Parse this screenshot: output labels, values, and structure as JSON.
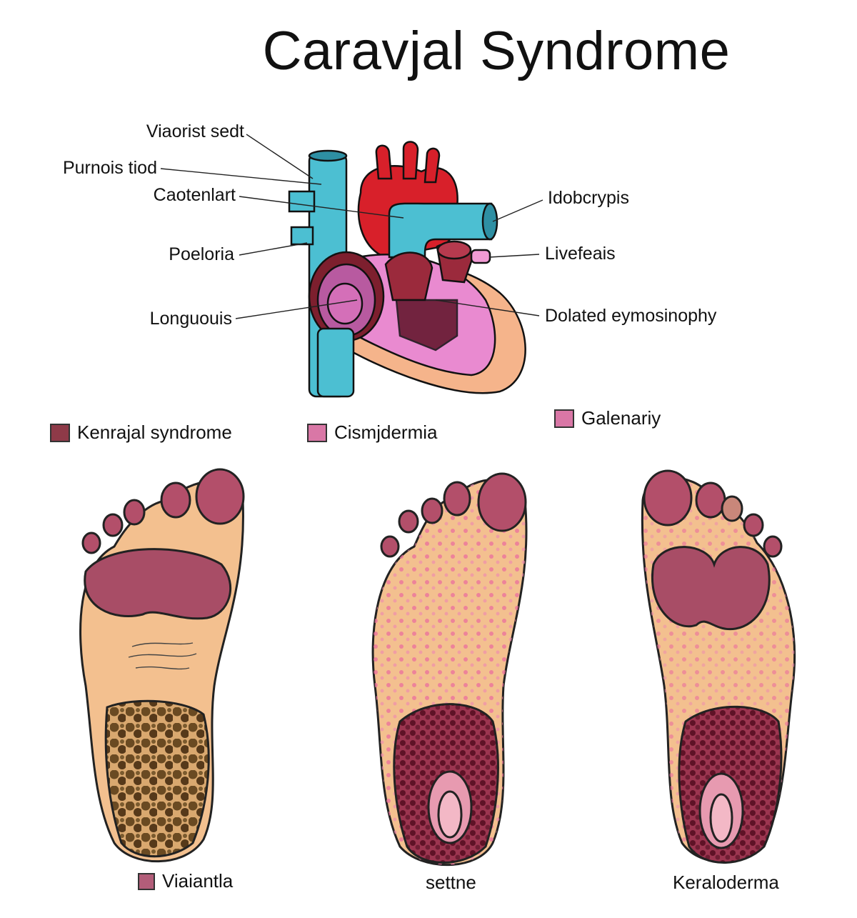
{
  "title": "Caravjal Syndrome",
  "heart_labels_left": [
    "Viaorist sedt",
    "Purnois tiod",
    "Caotenlart",
    "Poeloria",
    "Longuouis"
  ],
  "heart_labels_right": [
    "Idobcrypis",
    "Livefeais",
    "Dolated eymosinophy"
  ],
  "legend": [
    {
      "label": "Kenrajal syndrome",
      "color": "#8e3a48"
    },
    {
      "label": "Cismjdermia",
      "color": "#d977a6"
    },
    {
      "label": "Galenariy",
      "color": "#d977a6"
    }
  ],
  "feet": [
    {
      "label": "Viaiantla",
      "swatch_color": "#b25d79"
    },
    {
      "label": "settne"
    },
    {
      "label": "Keraloderma"
    }
  ],
  "colors": {
    "vessel": "#4cbfd2",
    "heart_red": "#d8202a",
    "chamber_pink": "#e98ad0",
    "skin": "#f3c08f",
    "lesion": "#a84d66",
    "dark_lesion": "#6e1e33",
    "brown_lesion": "#5d4020"
  }
}
